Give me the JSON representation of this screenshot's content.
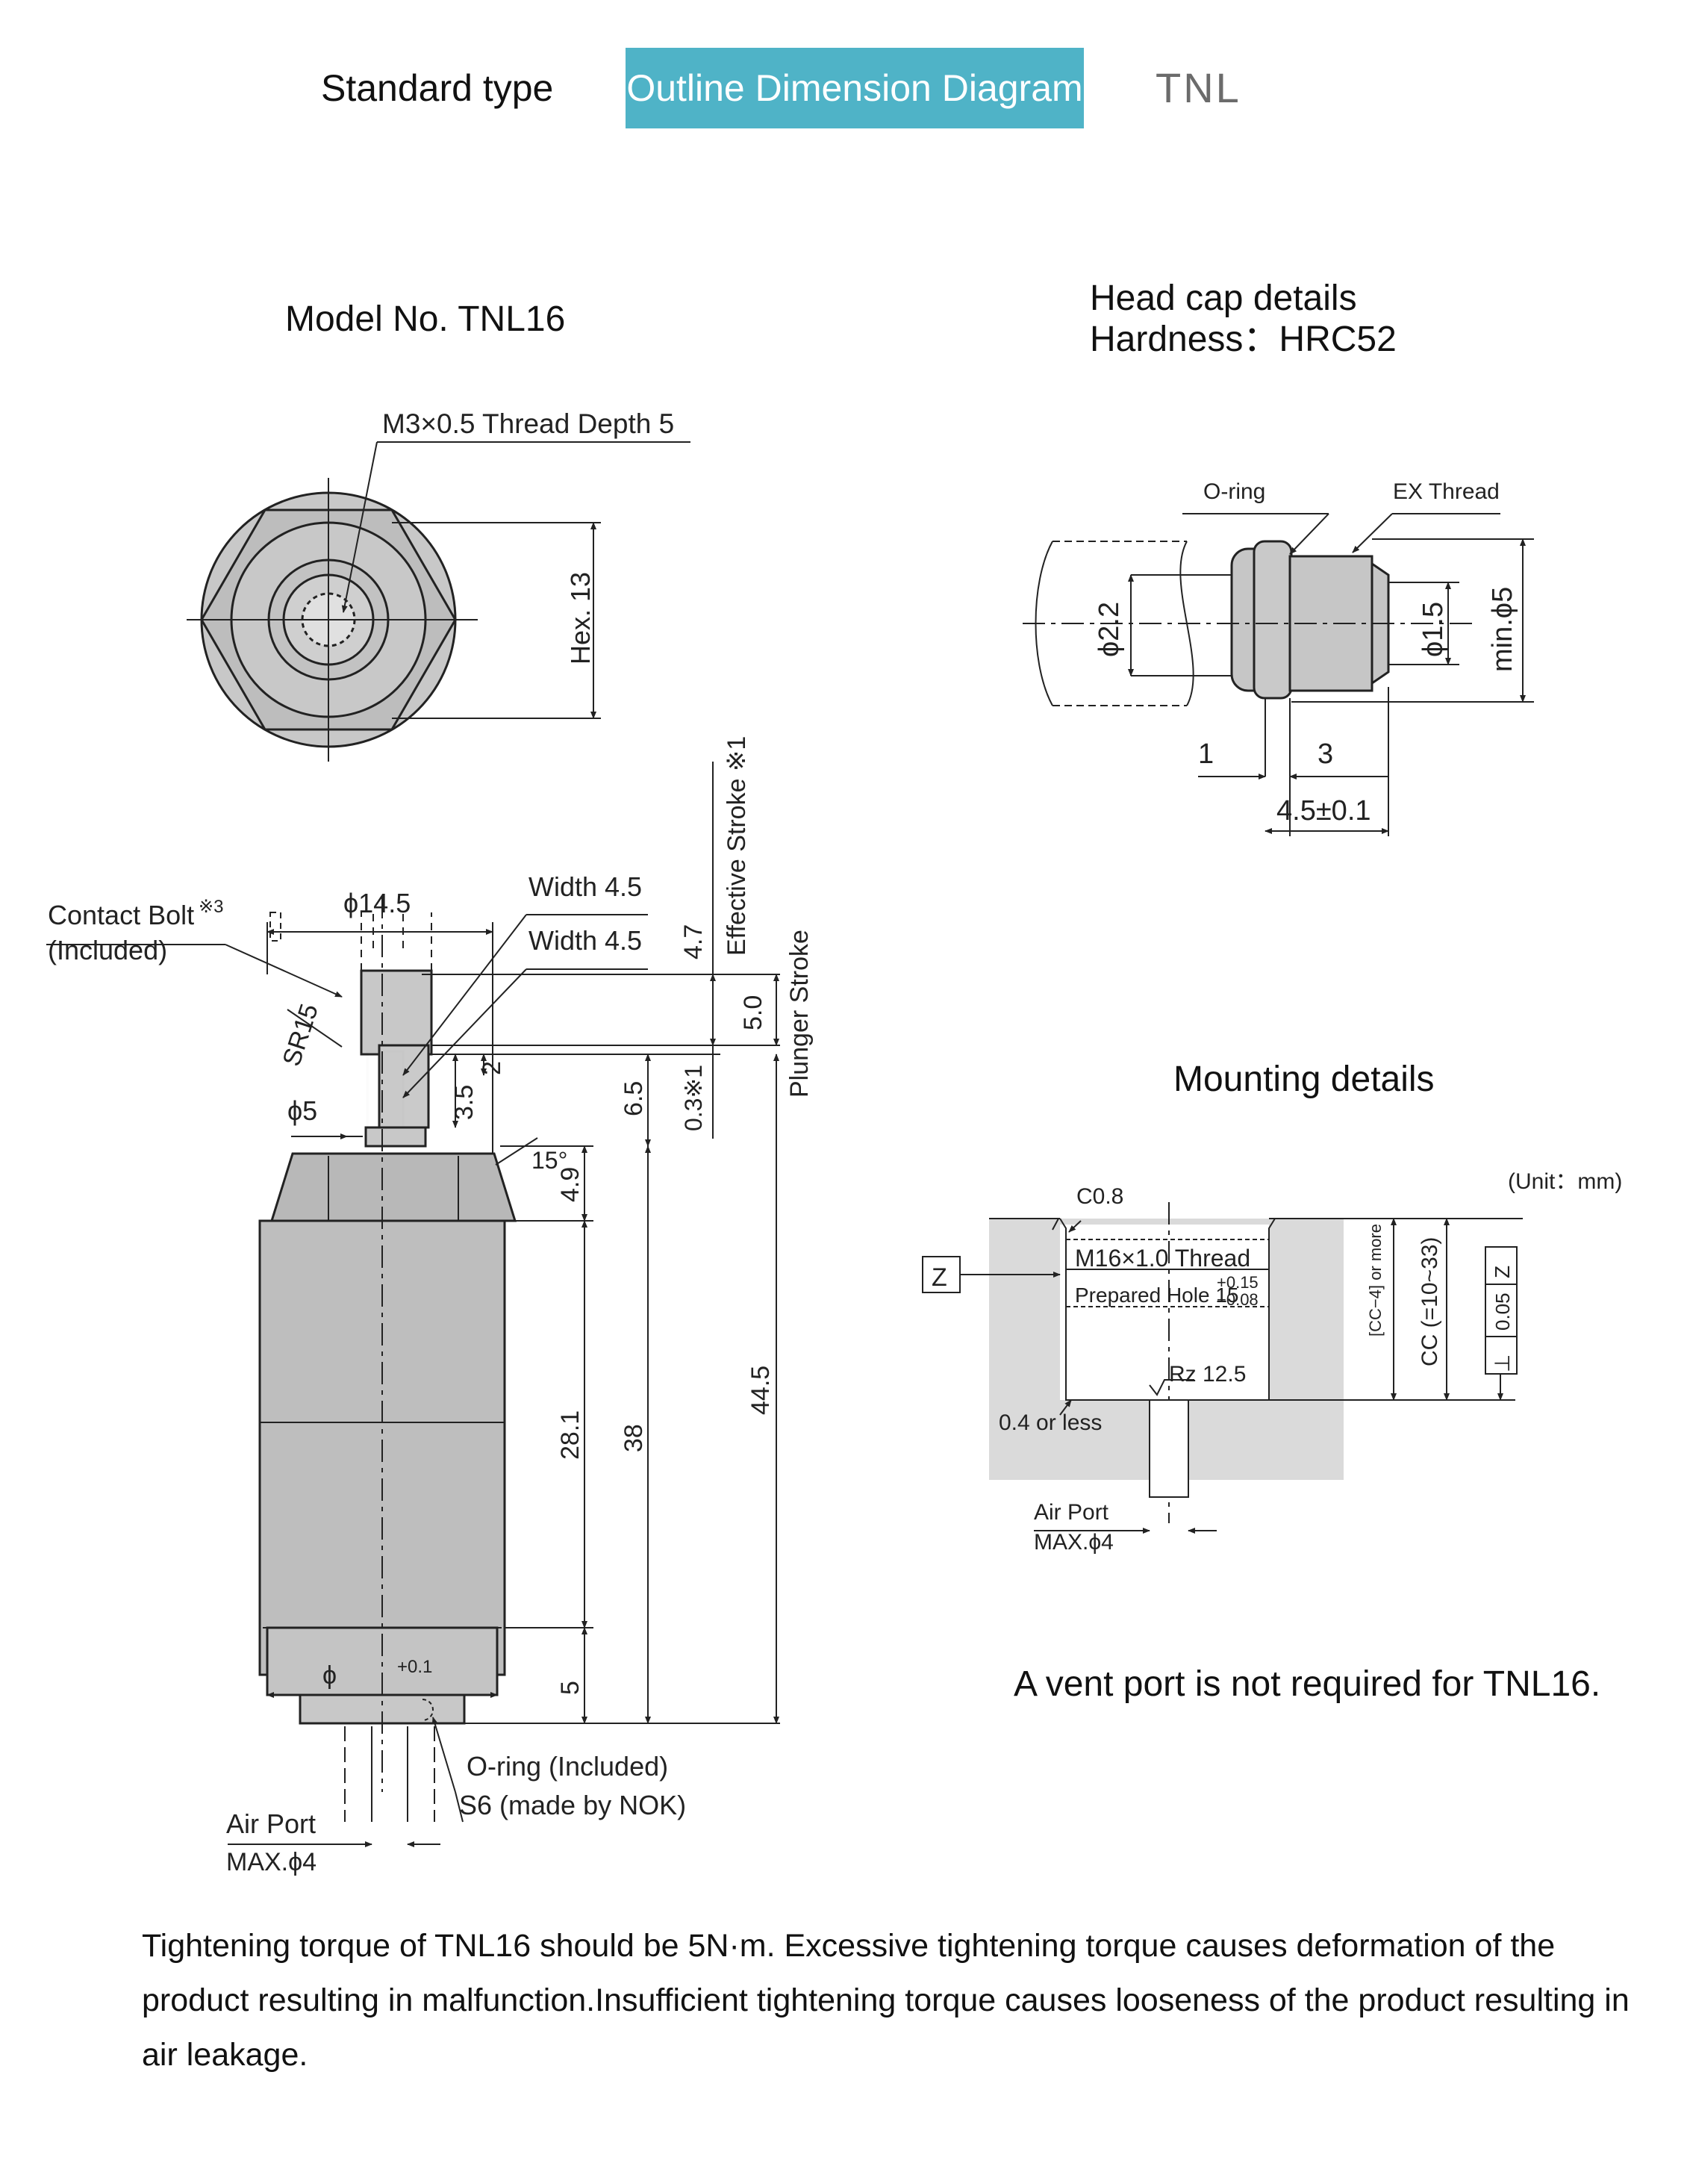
{
  "tabs": {
    "standard": "Standard type",
    "outline": "Outline Dimension Diagram",
    "model": "TNL"
  },
  "titles": {
    "model": "Model No. TNL16",
    "head_cap": "Head cap details",
    "hardness": "Hardness：HRC52",
    "mounting": "Mounting details",
    "unit": "(Unit：mm)",
    "vent_note": "A vent port is not required for TNL16."
  },
  "top_view": {
    "thread": "M3×0.5 Thread Depth 5",
    "hex": "Hex. 13"
  },
  "side_view": {
    "contact_bolt": "Contact Bolt",
    "contact_bolt_ref": "※3",
    "included": "(Included)",
    "d145": "ϕ14.5",
    "width1": "Width 4.5",
    "width2": "Width 4.5",
    "sr15": "SR15",
    "d5": "ϕ5",
    "dim35": "3.5",
    "dim2": "2",
    "dim15deg": "15°",
    "dim49": "4.9",
    "dim47": "4.7",
    "dim65": "6.5",
    "dim03": "0.3※1",
    "dim50": "5.0",
    "eff_stroke": "Effective Stroke ※1",
    "plunger_stroke": "Plunger Stroke",
    "dim281": "28.1",
    "dim38": "38",
    "dim445": "44.5",
    "dim5": "5",
    "phi": "ϕ",
    "tol": "+0.1",
    "oring": "O-ring (Included)",
    "s6": "S6 (made by NOK)",
    "air_port": "Air Port",
    "max4": "MAX.ϕ4"
  },
  "head_cap": {
    "oring": "O-ring",
    "ex_thread": "EX Thread",
    "d22": "ϕ2.2",
    "d15": "ϕ1.5",
    "min5": "min.ϕ5",
    "dim1": "1",
    "dim3": "3",
    "dim45": "4.5±0.1"
  },
  "mounting": {
    "c08": "C0.8",
    "thread": "M16×1.0 Thread",
    "prep": "Prepared Hole 15",
    "tol_up": "+0.15",
    "tol_dn": "−0.08",
    "z": "Z",
    "rz": "Rz 12.5",
    "less": "0.4 or less",
    "air_port": "Air Port",
    "max4": "MAX.ϕ4",
    "cc4": "[CC−4] or more",
    "cc": "CC (=10~33)",
    "flat": "⊥",
    "flat_val": "0.05",
    "flat_z": "Z"
  },
  "note": "Tightening torque of  TNL16 should be 5N·m. Excessive tightening torque causes deformation of the product resulting in malfunction.Insufficient tightening torque causes looseness of the product resulting in air  leakage."
}
